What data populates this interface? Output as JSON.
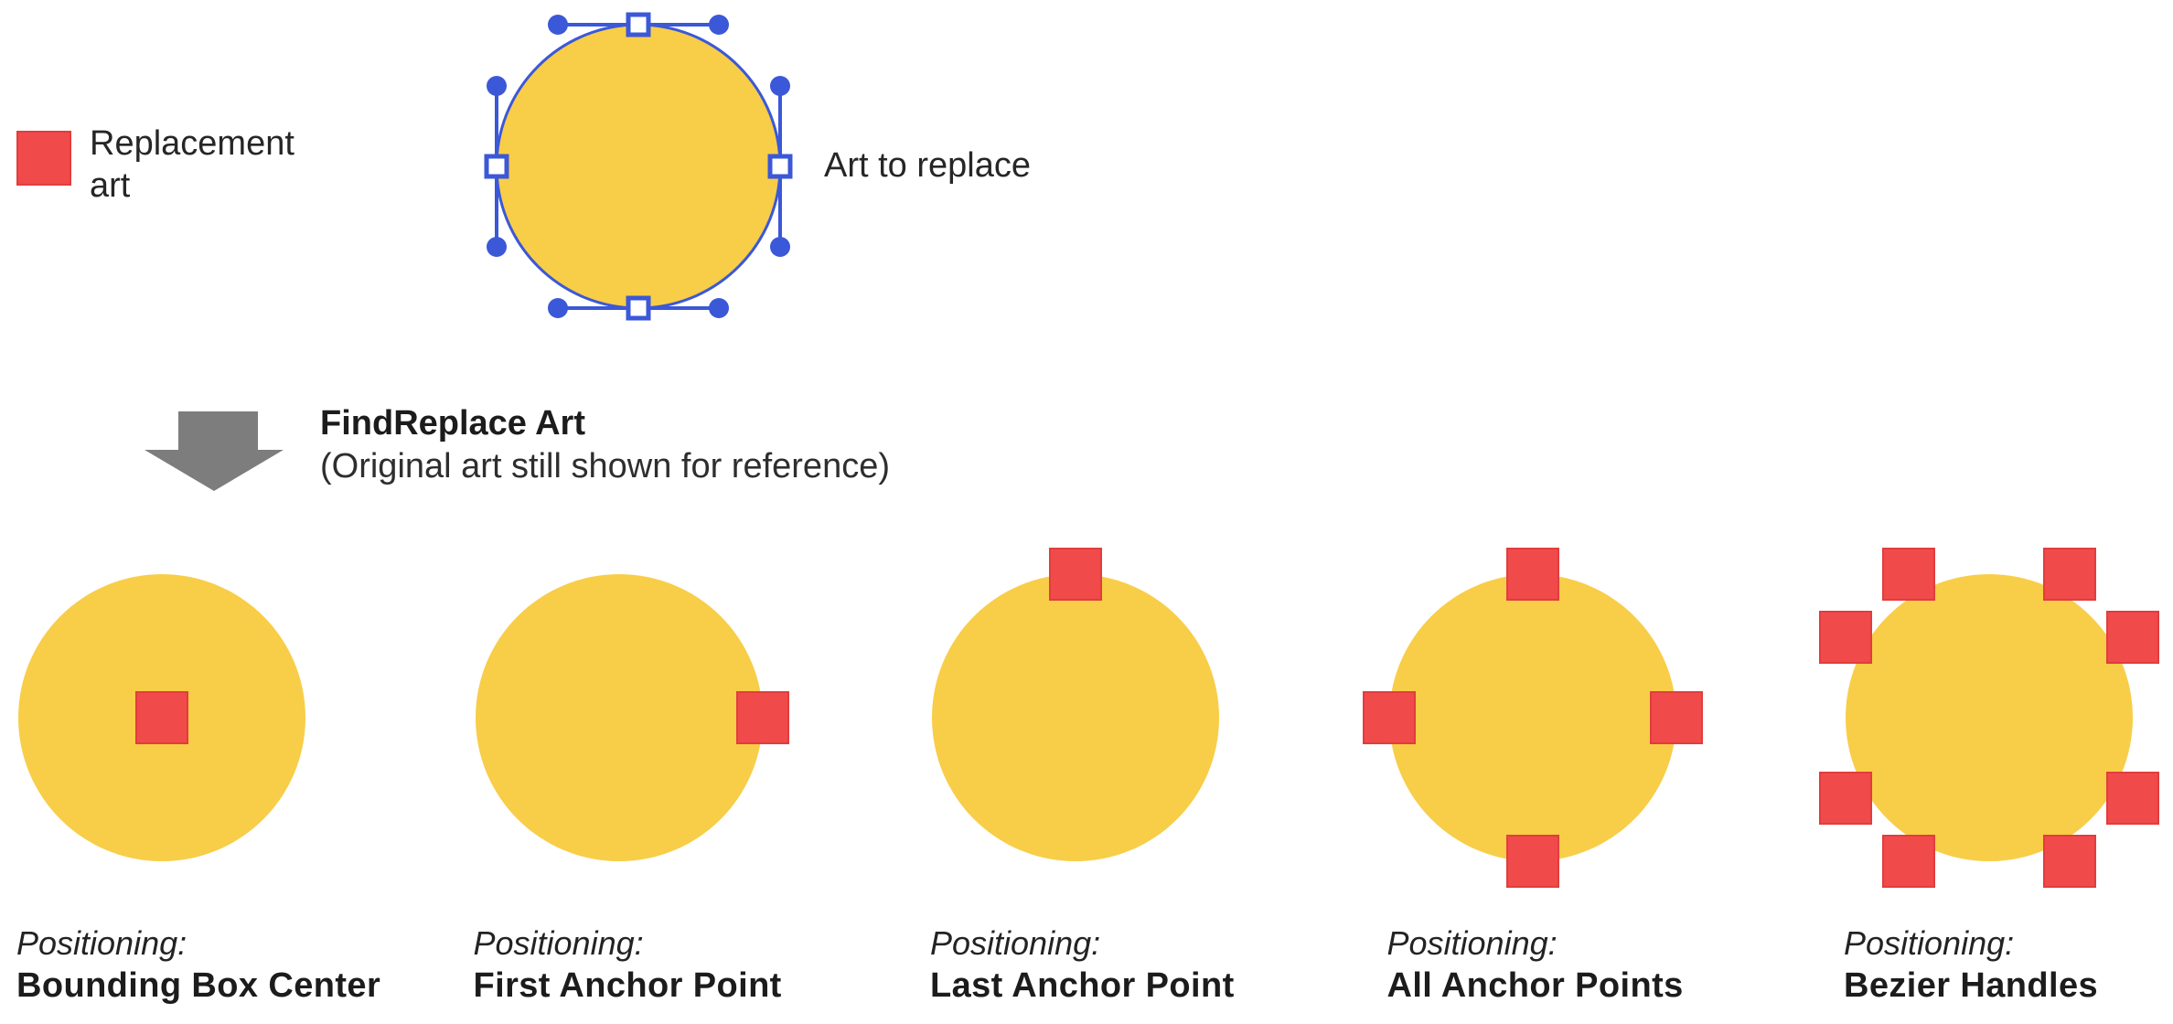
{
  "colors": {
    "yellow": "#F8CD48",
    "red": "#F04A4A",
    "red_border": "#E23D3D",
    "blue": "#3B58D8",
    "gray": "#7D7D7D",
    "text": "#262626"
  },
  "legend": {
    "label": "Replacement art"
  },
  "original_art": {
    "label": "Art to replace"
  },
  "action": {
    "title": "FindReplace Art",
    "subtitle": "(Original art still shown for reference)"
  },
  "examples": [
    {
      "positioning_label": "Positioning:",
      "method": "Bounding Box Center",
      "markers": [
        "center"
      ]
    },
    {
      "positioning_label": "Positioning:",
      "method": "First Anchor Point",
      "markers": [
        "anchor-right"
      ]
    },
    {
      "positioning_label": "Positioning:",
      "method": "Last Anchor Point",
      "markers": [
        "anchor-top"
      ]
    },
    {
      "positioning_label": "Positioning:",
      "method": "All Anchor Points",
      "markers": [
        "anchor-top",
        "anchor-right",
        "anchor-bottom",
        "anchor-left"
      ]
    },
    {
      "positioning_label": "Positioning:",
      "method": "Bezier Handles",
      "markers": [
        "handle-top-left",
        "handle-top-right",
        "handle-right-top",
        "handle-right-bottom",
        "handle-bottom-right",
        "handle-bottom-left",
        "handle-left-bottom",
        "handle-left-top"
      ]
    }
  ]
}
